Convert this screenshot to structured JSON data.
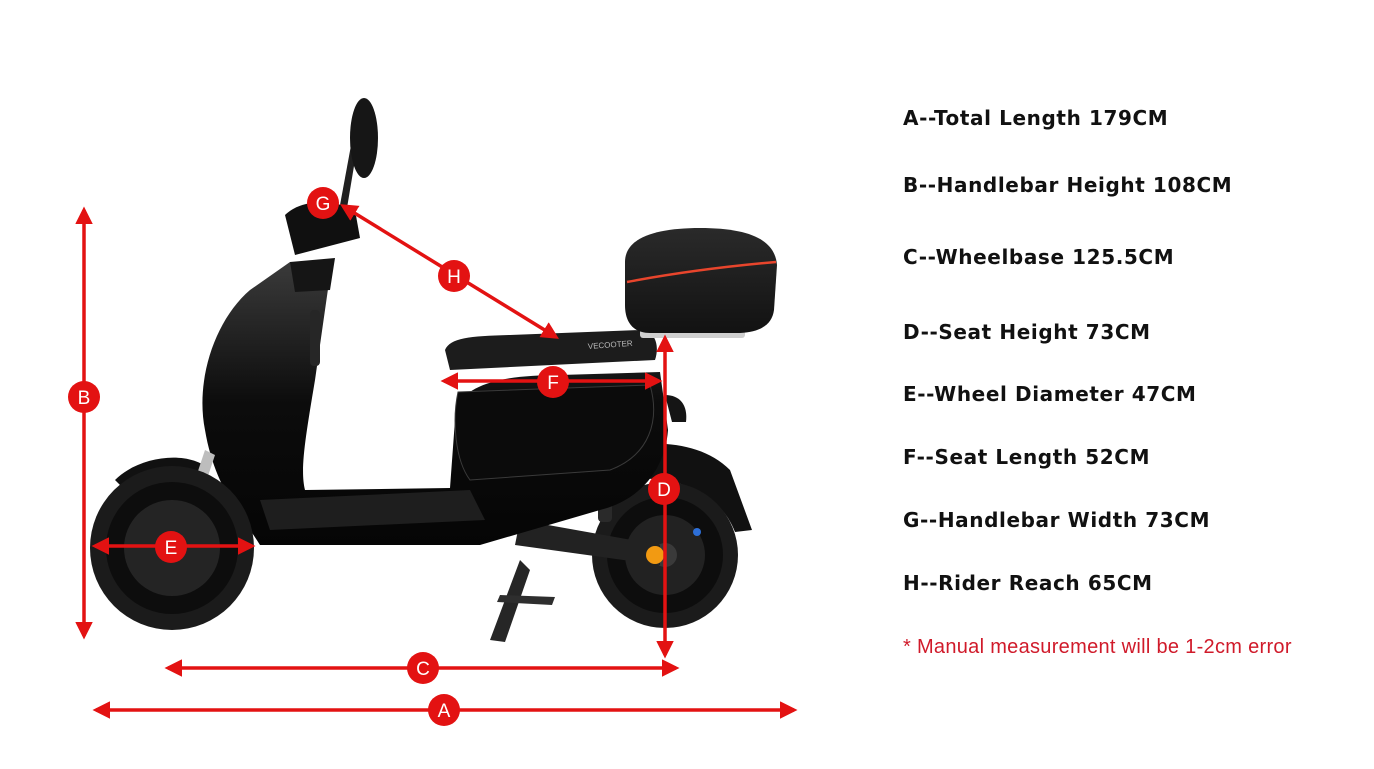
{
  "specs": [
    {
      "key": "A",
      "text": "A--Total Length  179CM"
    },
    {
      "key": "B",
      "text": "B--Handlebar Height  108CM"
    },
    {
      "key": "C",
      "text": "C--Wheelbase  125.5CM"
    },
    {
      "key": "D",
      "text": "D--Seat Height  73CM"
    },
    {
      "key": "E",
      "text": "E--Wheel Diameter 47CM"
    },
    {
      "key": "F",
      "text": "F--Seat Length  52CM"
    },
    {
      "key": "G",
      "text": "G--Handlebar Width  73CM"
    },
    {
      "key": "H",
      "text": "H--Rider Reach  65CM"
    }
  ],
  "note": "*  Manual measurement will be 1-2cm error",
  "badges": {
    "A": "A",
    "B": "B",
    "C": "C",
    "D": "D",
    "E": "E",
    "F": "F",
    "G": "G",
    "H": "H"
  },
  "scooter_logo": "VECOOTER",
  "colors": {
    "measure": "#e31212",
    "spec_text": "#111111",
    "note_text": "#d01a2a",
    "scooter_body": "#141414",
    "tyre": "#1b1b1b",
    "box_stripe": "#e8452c"
  }
}
